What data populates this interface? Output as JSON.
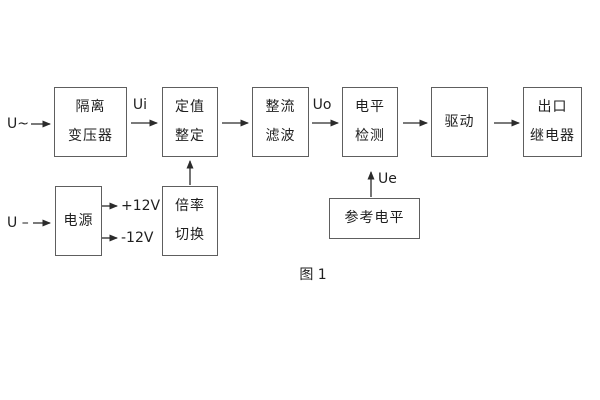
{
  "caption": "图 1",
  "colors": {
    "background": "#ffffff",
    "box_border": "#5e5e5e",
    "line": "#2b2b2b",
    "text": "#1f1f1f"
  },
  "boxes": {
    "isolation_transformer": {
      "line1": "隔离",
      "line2": "变压器"
    },
    "setpoint_adjust": {
      "line1": "定值",
      "line2": "整定"
    },
    "rectifier_filter": {
      "line1": "整流",
      "line2": "滤波"
    },
    "level_detect": {
      "line1": "电平",
      "line2": "检测"
    },
    "drive": {
      "line1": "驱动"
    },
    "output_relay": {
      "line1": "出口",
      "line2": "继电器"
    },
    "power_supply": {
      "line1": "电源"
    },
    "ratio_switch": {
      "line1": "倍率",
      "line2": "切换"
    },
    "reference_level": {
      "line1": "参考电平"
    }
  },
  "signals": {
    "input_ac": "U~",
    "input_dc": "U –",
    "ui": "Ui",
    "uo": "Uo",
    "ue": "Ue",
    "plus_12v": "+12V",
    "minus_12v": "-12V"
  }
}
